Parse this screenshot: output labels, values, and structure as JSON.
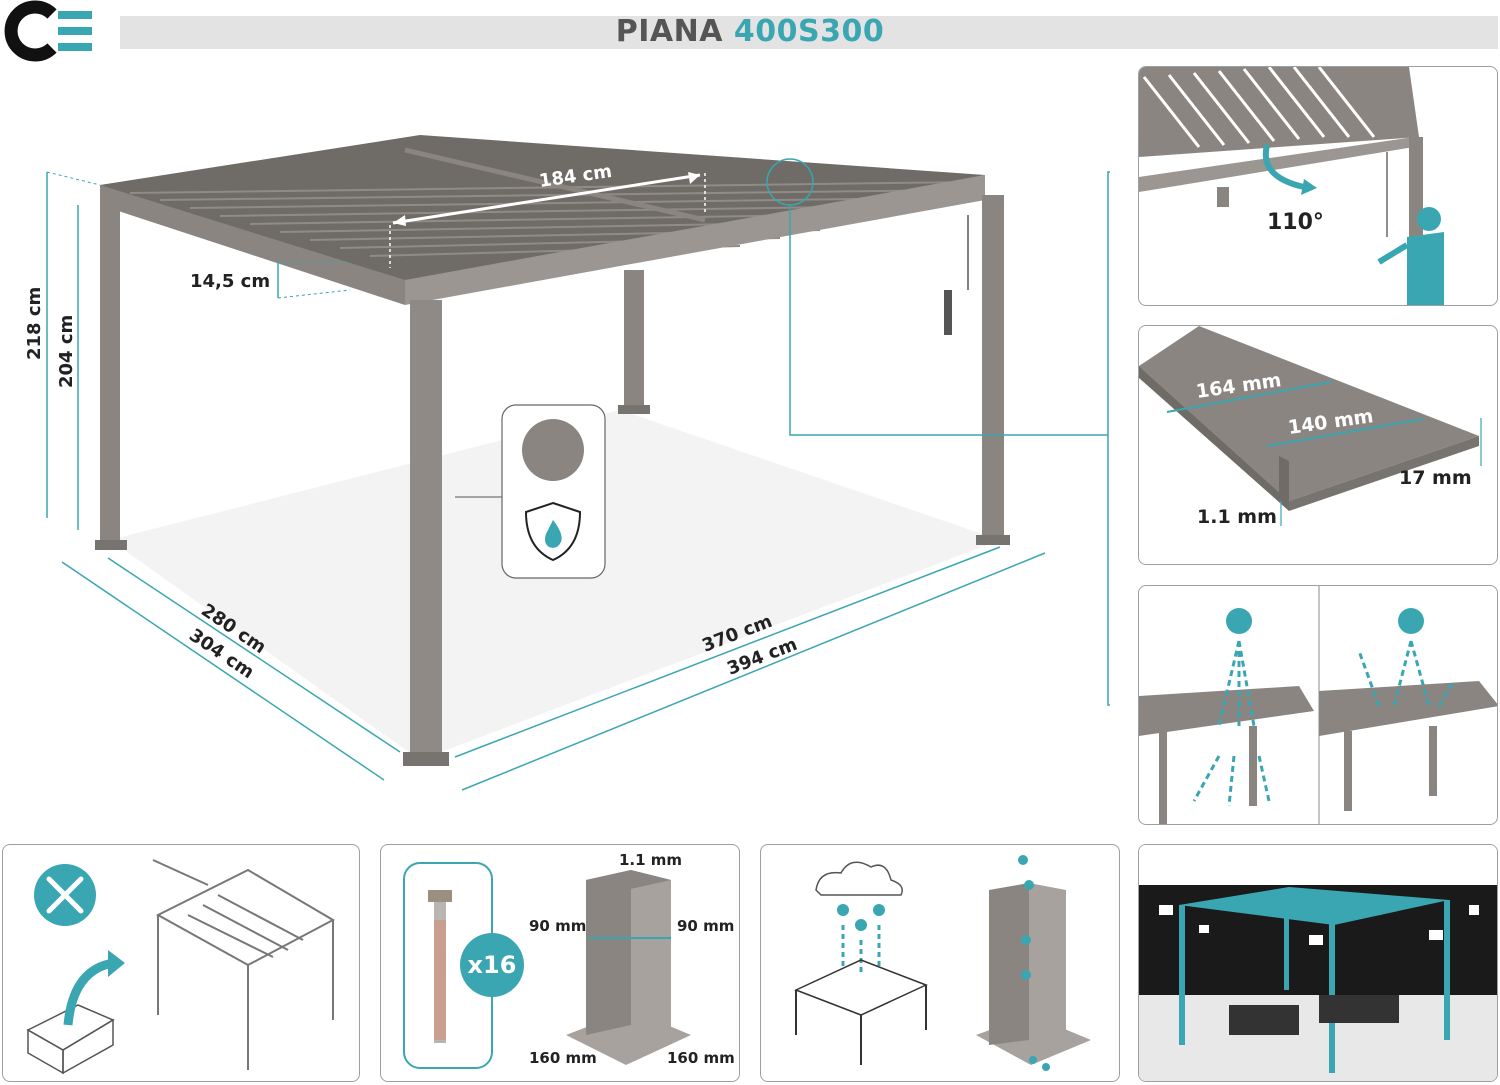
{
  "brand": {
    "logo_text": "CE"
  },
  "title": {
    "model": "PIANA",
    "code": "400S300"
  },
  "colors": {
    "accent": "#3aa6b2",
    "frame": "#8a8580",
    "roof": "#77736e"
  },
  "main_dims": {
    "slat_span": "184 cm",
    "beam_height": "14,5 cm",
    "height_total": "218 cm",
    "height_clear": "204 cm",
    "depth_inner": "280 cm",
    "depth_outer": "304 cm",
    "width_inner": "370 cm",
    "width_outer": "394 cm"
  },
  "rotation": {
    "angle": "110°"
  },
  "slat_profile": {
    "width_outer": "164 mm",
    "width_inner": "140 mm",
    "height": "17 mm",
    "thickness": "1.1 mm"
  },
  "post": {
    "thickness": "1.1 mm",
    "side_a": "90 mm",
    "side_b": "90 mm",
    "base_a": "160 mm",
    "base_b": "160 mm"
  },
  "anchors": {
    "count": "x16"
  }
}
